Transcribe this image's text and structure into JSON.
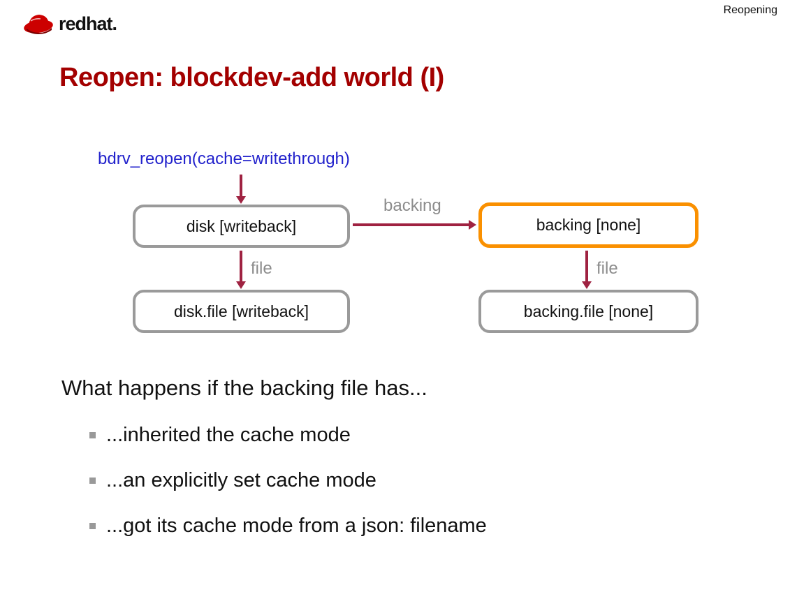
{
  "header": {
    "section_label": "Reopening",
    "logo_text": "redhat."
  },
  "slide": {
    "title": "Reopen: blockdev-add world (I)"
  },
  "diagram": {
    "code_annotation": "bdrv_reopen(cache=writethrough)",
    "nodes": [
      {
        "id": "disk",
        "label": "disk [writeback]",
        "border": "gray"
      },
      {
        "id": "backing",
        "label": "backing [none]",
        "border": "orange"
      },
      {
        "id": "disk-file",
        "label": "disk.file [writeback]",
        "border": "gray"
      },
      {
        "id": "backing-file",
        "label": "backing.file [none]",
        "border": "gray"
      }
    ],
    "edges": [
      {
        "from": "disk",
        "to": "backing",
        "label": "backing"
      },
      {
        "from": "disk",
        "to": "disk-file",
        "label": "file"
      },
      {
        "from": "backing",
        "to": "backing-file",
        "label": "file"
      }
    ]
  },
  "body": {
    "question": "What happens if the backing file has...",
    "bullets": [
      "...inherited the cache mode",
      "...an explicitly set cache mode",
      "...got its cache mode from a json: filename"
    ]
  },
  "colors": {
    "title": "#a30000",
    "arrow": "#9f2241",
    "code": "#2222cc",
    "node-border": "#9a9a9a",
    "node-border-highlight": "#fa9000",
    "edge-label": "#8c8c8c",
    "bullet": "#999999"
  }
}
